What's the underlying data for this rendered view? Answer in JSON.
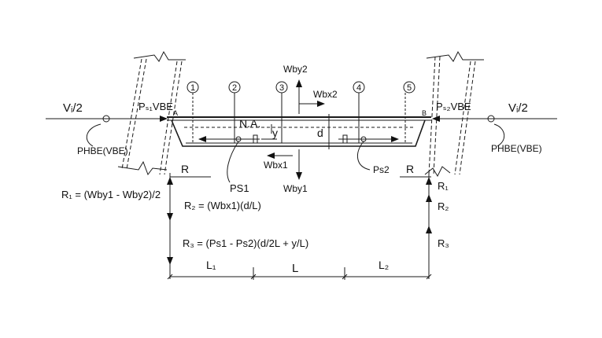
{
  "labels": {
    "vi_left": "Vᵢ/2",
    "vi_right": "Vᵢ/2",
    "ps1vbe": "Pₛ₁VBE",
    "ps2vbe": "Pₛ₂VBE",
    "a": "A",
    "b": "B",
    "wby2": "Wby2",
    "wbx2": "Wbx2",
    "wbx1": "Wbx1",
    "wby1": "Wby1",
    "na": "N.A.",
    "y": "y",
    "d": "d",
    "phbe_left": "PHBE(VBE)",
    "phbe_right": "PHBE(VBE)",
    "r_left": "R",
    "r_right": "R",
    "ps1": "PS1",
    "ps2": "Ps2",
    "r1_eq": "R₁ = (Wby1 - Wby2)/2",
    "r2_eq": "R₂ = (Wbx1)(d/L)",
    "r3_eq": "R₃ = (Ps1 - Ps2)(d/2L + y/L)",
    "r1": "R₁",
    "r2": "R₂",
    "r3": "R₃",
    "l1": "L₁",
    "l": "L",
    "l2": "L₂"
  },
  "stations": [
    "1",
    "2",
    "3",
    "4",
    "5"
  ]
}
